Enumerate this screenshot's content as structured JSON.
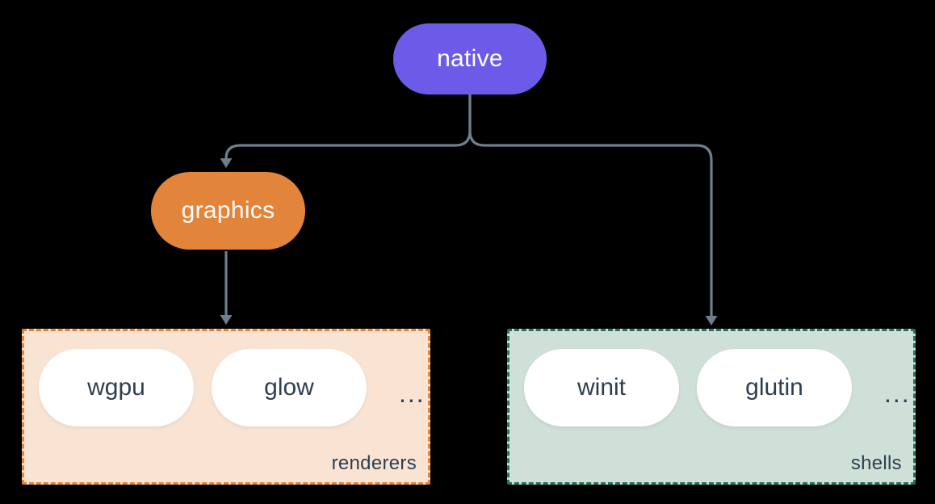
{
  "colors": {
    "background": "#000000",
    "native_fill": "#6B5BE8",
    "graphics_fill": "#E28439",
    "renderers_fill": "#F9E4D4",
    "renderers_border": "#E28439",
    "shells_fill": "#CFE0D8",
    "shells_border": "#2A7163",
    "connector": "#6F7E8C",
    "node_text_light": "#FFFFFF",
    "node_text_dark": "#2E3E4F"
  },
  "nodes": {
    "native": {
      "label": "native"
    },
    "graphics": {
      "label": "graphics"
    }
  },
  "groups": {
    "renderers": {
      "label": "renderers",
      "items": [
        "wgpu",
        "glow"
      ],
      "ellipsis": "..."
    },
    "shells": {
      "label": "shells",
      "items": [
        "winit",
        "glutin"
      ],
      "ellipsis": "..."
    }
  },
  "edges": [
    {
      "from": "native",
      "to": "graphics"
    },
    {
      "from": "native",
      "to": "shells"
    },
    {
      "from": "graphics",
      "to": "renderers"
    }
  ]
}
